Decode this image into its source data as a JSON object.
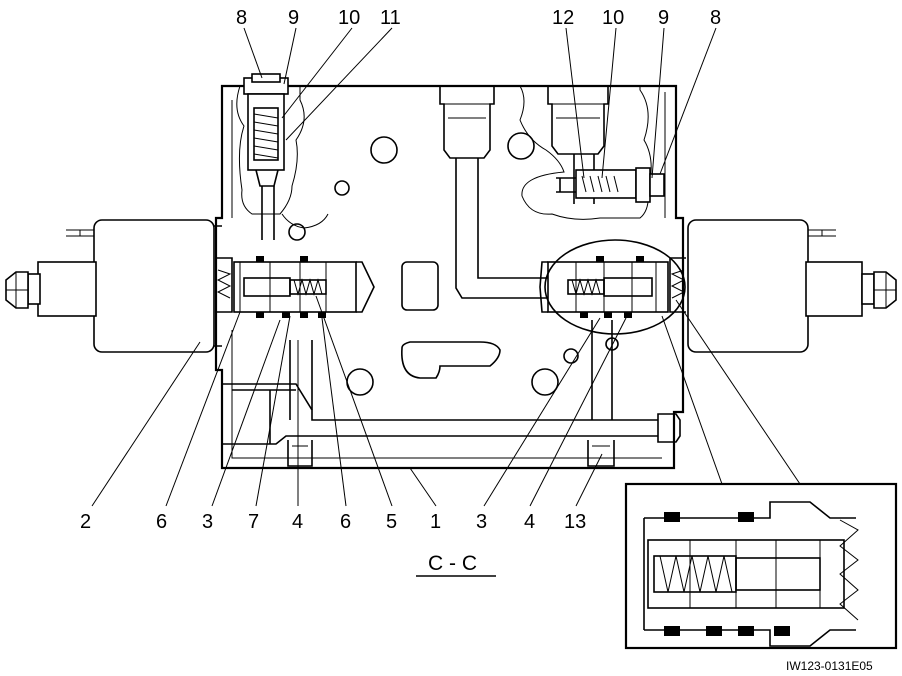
{
  "section_label": "C - C",
  "drawing_code": "IW123-0131E05",
  "callouts": {
    "top_left": [
      "8",
      "9",
      "10",
      "11"
    ],
    "top_right": [
      "12",
      "10",
      "9",
      "8"
    ],
    "bottom": [
      "2",
      "6",
      "3",
      "7",
      "4",
      "6",
      "5",
      "1",
      "3",
      "4",
      "13"
    ]
  }
}
